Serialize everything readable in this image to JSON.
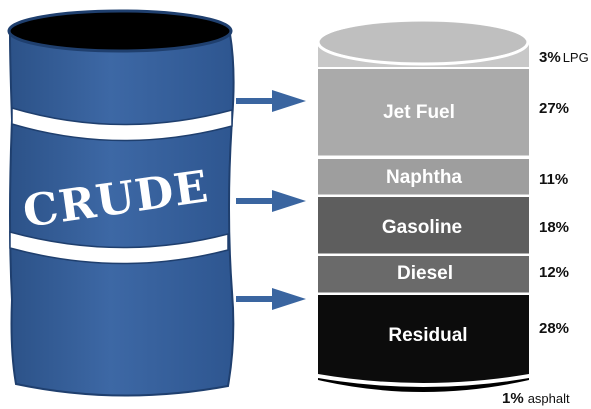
{
  "crude_barrel": {
    "label": "CRUDE",
    "body_color": "#3a65a0",
    "top_color": "#000000"
  },
  "products": [
    {
      "name": "",
      "percent": "3%",
      "suffix": "LPG",
      "color": "#c8c8c8"
    },
    {
      "name": "Jet Fuel",
      "percent": "27%",
      "suffix": "",
      "color": "#a9a9a9"
    },
    {
      "name": "Naphtha",
      "percent": "11%",
      "suffix": "",
      "color": "#9d9d9d"
    },
    {
      "name": "Gasoline",
      "percent": "18%",
      "suffix": "",
      "color": "#5f5f5f"
    },
    {
      "name": "Diesel",
      "percent": "12%",
      "suffix": "",
      "color": "#6b6b6b"
    },
    {
      "name": "Residual",
      "percent": "28%",
      "suffix": "",
      "color": "#0d0d0d"
    },
    {
      "name": "",
      "percent": "1%",
      "suffix": "asphalt",
      "color": "#000000"
    }
  ],
  "arrow_color": "#3a65a0"
}
